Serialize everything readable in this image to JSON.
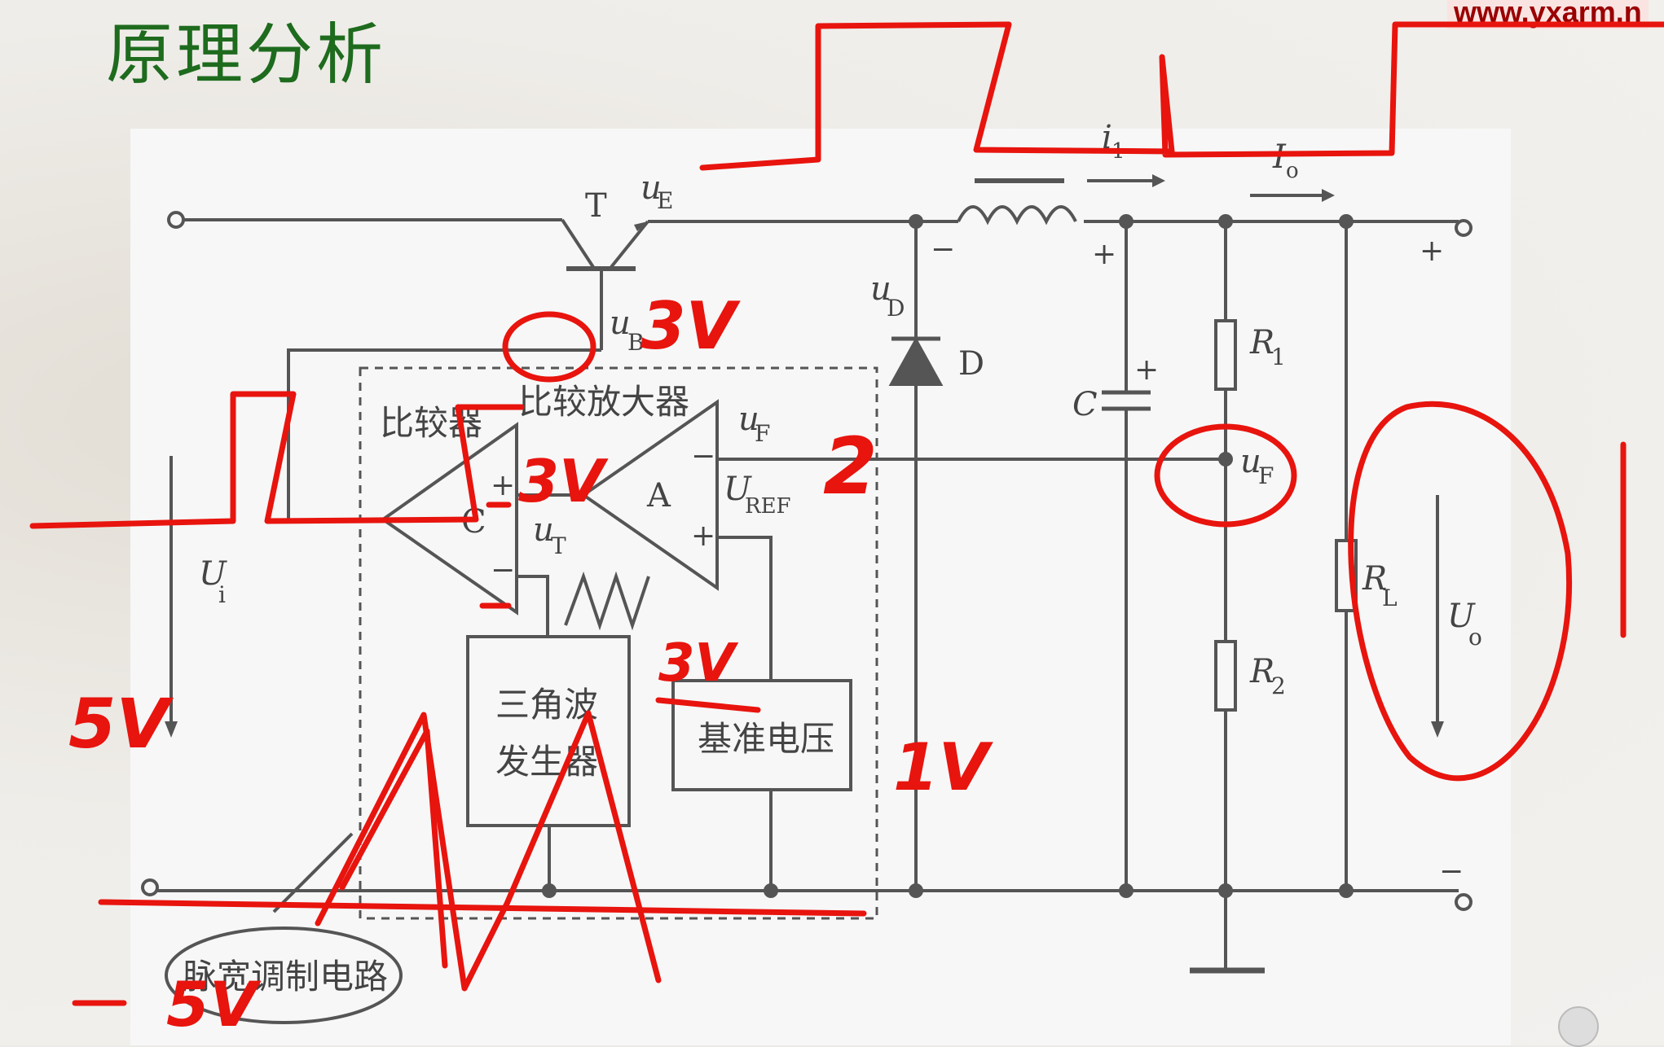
{
  "page": {
    "title": "原理分析",
    "watermark": "www.yxarm.n"
  },
  "diagram": {
    "labels": {
      "transistor": "T",
      "ue": "u",
      "ue_sub": "E",
      "ub": "u",
      "ub_sub": "B",
      "uf_amp": "u",
      "uf_amp_sub": "F",
      "uref": "U",
      "uref_sub": "REF",
      "ut": "u",
      "ut_sub": "T",
      "comparator_label": "比较器",
      "comparator_letter": "C",
      "amp_label": "比较放大器",
      "amp_letter": "A",
      "triangle_gen_line1": "三角波",
      "triangle_gen_line2": "发生器",
      "ref_voltage": "基准电压",
      "pwm_circuit": "脉宽调制电路",
      "ui": "U",
      "ui_sub": "i",
      "ud": "u",
      "ud_sub": "D",
      "diode": "D",
      "i1": "i",
      "i1_sub": "1",
      "io": "I",
      "io_sub": "o",
      "capacitor": "C",
      "r1": "R",
      "r1_sub": "1",
      "r2": "R",
      "r2_sub": "2",
      "rl": "R",
      "rl_sub": "L",
      "uf_node": "u",
      "uf_node_sub": "F",
      "uo": "U",
      "uo_sub": "o",
      "plus": "+",
      "minus": "−",
      "dash": "−"
    },
    "annotations": {
      "ub_value": "3V",
      "comparator_input": "3V",
      "uf_value": "2",
      "tri_value": "3V",
      "ref_value": "1V",
      "input_value": "5V",
      "neg_value": "5V",
      "neg_sign": "—"
    },
    "colors": {
      "ink": "#444444",
      "annotation": "#e8140e",
      "title": "#1e6b1e"
    }
  }
}
